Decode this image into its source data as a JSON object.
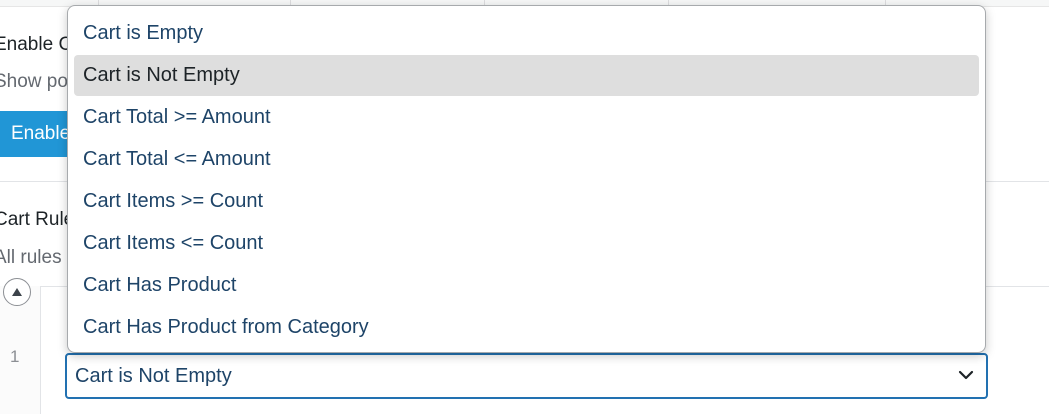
{
  "background": {
    "enable_label": "Enable C",
    "show_text": "Show po",
    "enable_button": "Enable",
    "section_title": "Cart Rule",
    "section_desc": "All rules"
  },
  "rule_row": {
    "number": "1"
  },
  "select": {
    "value": "Cart is Not Empty",
    "options": [
      {
        "label": "Cart is Empty"
      },
      {
        "label": "Cart is Not Empty",
        "highlighted": true
      },
      {
        "label": "Cart Total >= Amount"
      },
      {
        "label": "Cart Total <= Amount"
      },
      {
        "label": "Cart Items >= Count"
      },
      {
        "label": "Cart Items <= Count"
      },
      {
        "label": "Cart Has Product"
      },
      {
        "label": "Cart Has Product from Category"
      }
    ]
  },
  "icons": {
    "chevron": "chevron-down-icon",
    "sort": "arrow-up-icon"
  },
  "colors": {
    "accent": "#2271b1",
    "button": "#2196d6",
    "option_text": "#1e4468",
    "highlight": "#dedede"
  }
}
